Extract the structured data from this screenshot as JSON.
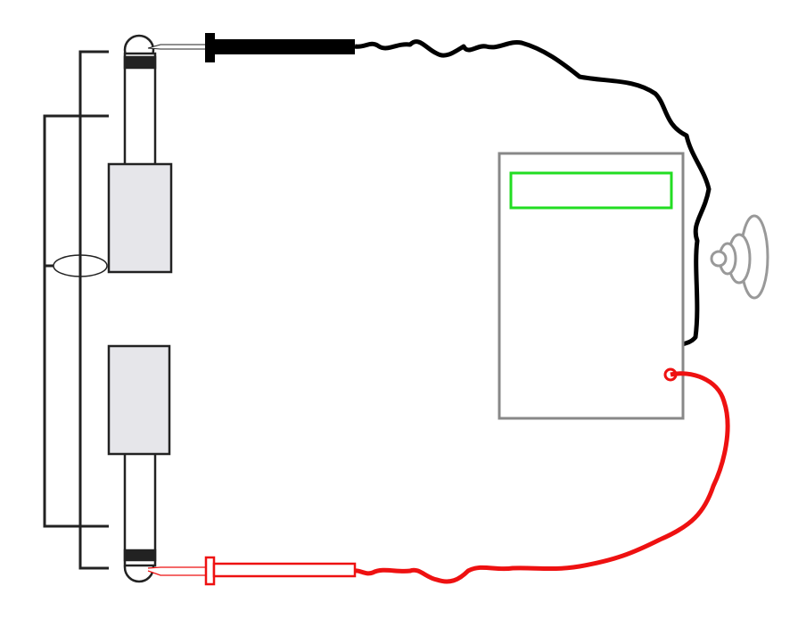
{
  "colors": {
    "frame": "#222222",
    "component_fill": "#e6e6ea",
    "black_lead": "#000000",
    "red_lead": "#ee1111",
    "meter_body": "#888888",
    "meter_display": "#22dd22",
    "sound_waves": "#999999"
  },
  "icons": [
    "bracket-outer",
    "bracket-inner",
    "component-top",
    "component-bottom",
    "black-probe",
    "red-probe",
    "multimeter",
    "speaker-sound-icon"
  ]
}
